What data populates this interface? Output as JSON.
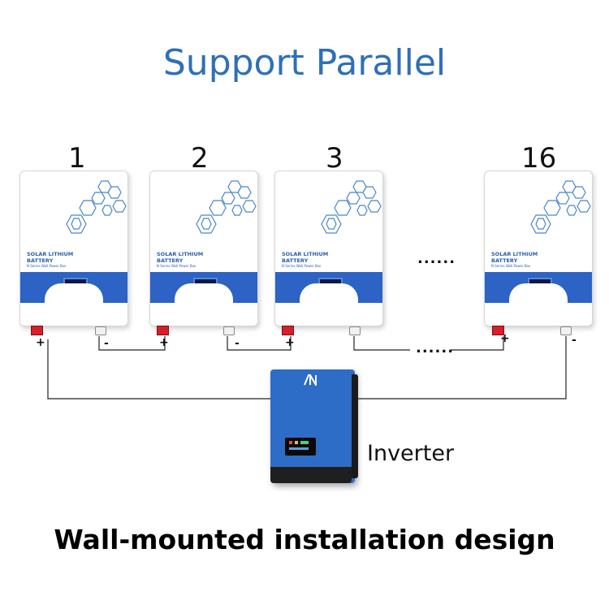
{
  "title": "Support Parallel",
  "batteries": [
    {
      "number": "1",
      "label": "SOLAR LITHIUM BATTERY",
      "sublabel": "N Series Wall Power Box"
    },
    {
      "number": "2",
      "label": "SOLAR LITHIUM BATTERY",
      "sublabel": "N Series Wall Power Box"
    },
    {
      "number": "3",
      "label": "SOLAR LITHIUM BATTERY",
      "sublabel": "N Series Wall Power Box"
    },
    {
      "number": "16",
      "label": "SOLAR LITHIUM BATTERY",
      "sublabel": "N Series Wall Power Box"
    }
  ],
  "ellipsis": "......",
  "plus": "+",
  "minus": "-",
  "inverter_label": "Inverter",
  "bottom_caption": "Wall-mounted installation design",
  "colors": {
    "title_blue": "#2f6fb8",
    "battery_band": "#2c63c4",
    "inverter_blue": "#2d6dc7",
    "terminal_red": "#d5202a"
  }
}
